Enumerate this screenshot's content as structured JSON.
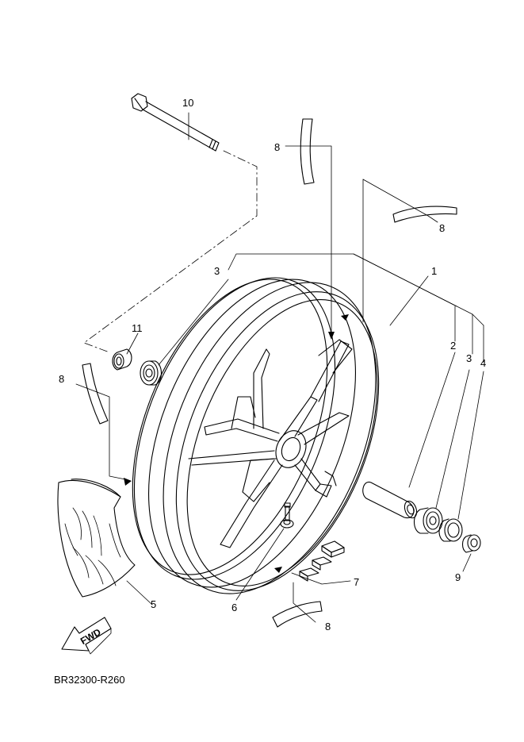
{
  "diagram": {
    "callouts": [
      "1",
      "2",
      "3",
      "3",
      "4",
      "5",
      "6",
      "7",
      "8",
      "8",
      "8",
      "8",
      "9",
      "10",
      "11"
    ],
    "fwd_label": "FWD",
    "code": "BR32300-R260"
  }
}
